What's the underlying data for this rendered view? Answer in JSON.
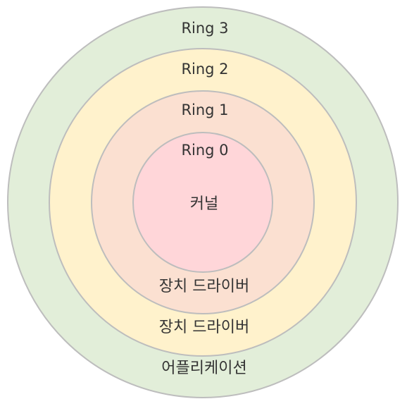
{
  "rings": [
    {
      "title": "Ring 3",
      "description": "어플리케이션",
      "fill": "#e2eed9",
      "stroke": "#bdbdbd"
    },
    {
      "title": "Ring 2",
      "description": "장치 드라이버",
      "fill": "#fff2cc",
      "stroke": "#bdbdbd"
    },
    {
      "title": "Ring 1",
      "description": "장치 드라이버",
      "fill": "#fbe0d1",
      "stroke": "#bdbdbd"
    },
    {
      "title": "Ring 0",
      "description": "커널",
      "fill": "#ffd6d9",
      "stroke": "#bdbdbd"
    }
  ]
}
